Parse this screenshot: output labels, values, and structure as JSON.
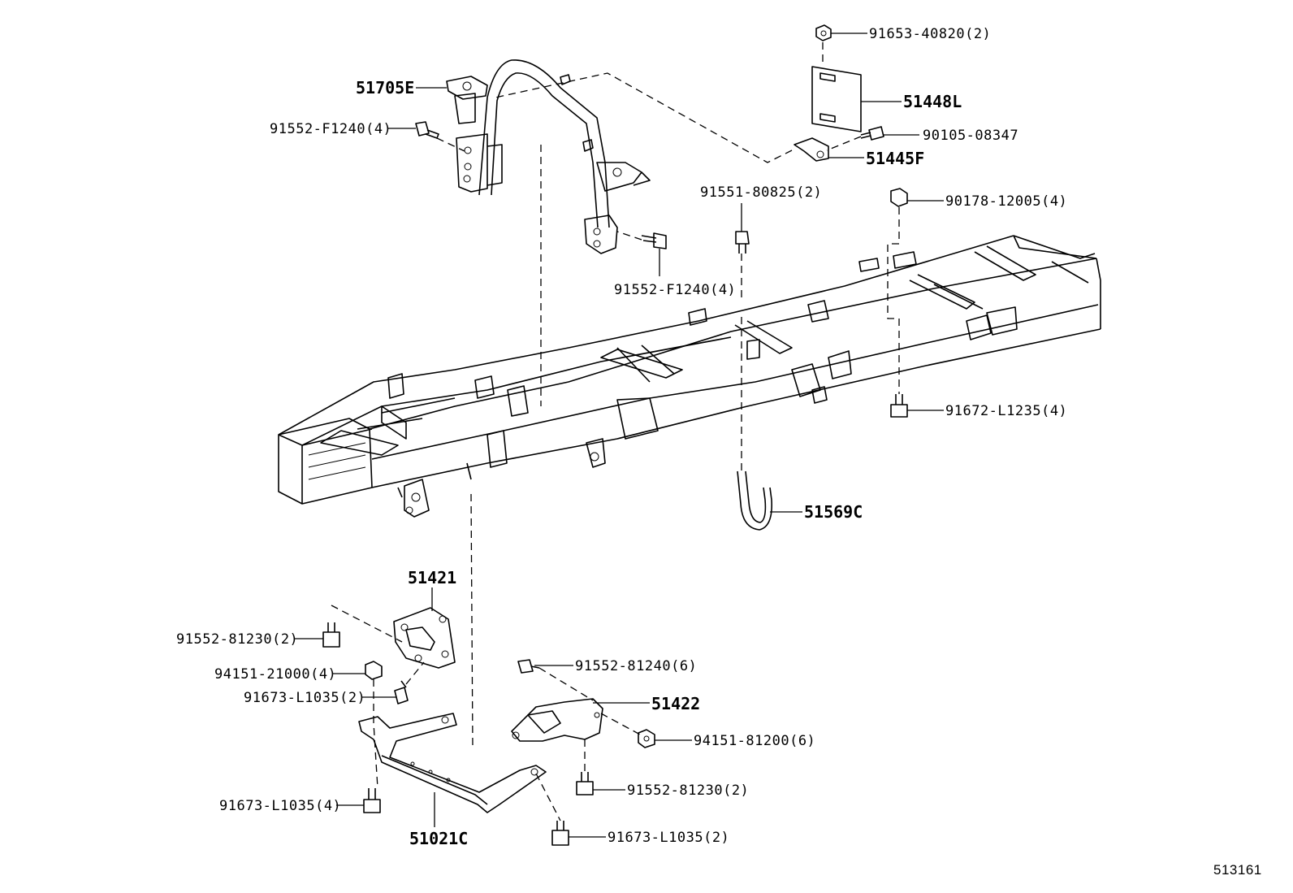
{
  "diagram": {
    "figure_id": "513161",
    "labels": {
      "l_91653_40820": "91653-40820(2)",
      "l_51448L": "51448L",
      "l_90105_08347": "90105-08347",
      "l_51445F": "51445F",
      "l_51705E": "51705E",
      "l_91552_F1240_a": "91552-F1240(4)",
      "l_91552_F1240_b": "91552-F1240(4)",
      "l_91551_80825": "91551-80825(2)",
      "l_90178_12005": "90178-12005(4)",
      "l_91672_L1235": "91672-L1235(4)",
      "l_51569C": "51569C",
      "l_51421": "51421",
      "l_91552_81230_a": "91552-81230(2)",
      "l_94151_21000": "94151-21000(4)",
      "l_91673_L1035_a": "91673-L1035(2)",
      "l_91552_81240": "91552-81240(6)",
      "l_51422": "51422",
      "l_94151_81200": "94151-81200(6)",
      "l_91552_81230_b": "91552-81230(2)",
      "l_91673_L1035_b": "91673-L1035(4)",
      "l_51021C": "51021C",
      "l_91673_L1035_c": "91673-L1035(2)"
    }
  }
}
